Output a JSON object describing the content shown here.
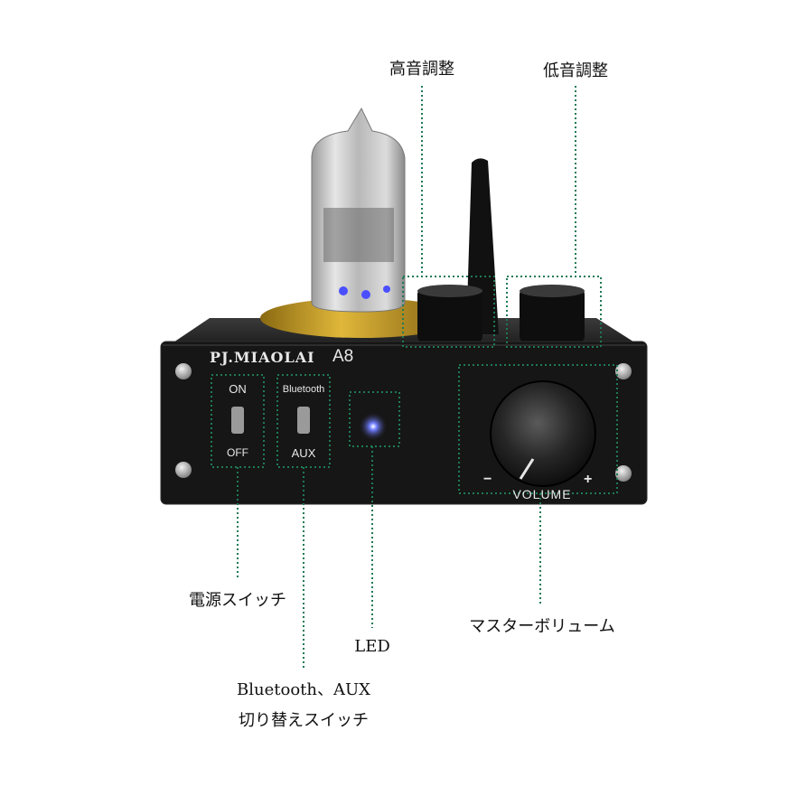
{
  "product": {
    "brand": "PJ.MIAOLAI",
    "model": "A8"
  },
  "panel": {
    "power_on": "ON",
    "power_off": "OFF",
    "input_bt": "Bluetooth",
    "input_aux": "AUX",
    "volume_label": "VOLUME",
    "volume_minus": "−",
    "volume_plus": "+"
  },
  "callouts": {
    "treble": "高音調整",
    "bass": "低音調整",
    "power_switch": "電源スイッチ",
    "led": "LED",
    "master_volume": "マスターボリューム",
    "input_switch_line1": "Bluetooth、AUX",
    "input_switch_line2": "切り替えスイッチ"
  },
  "colors": {
    "callout_line": "#1f7a55",
    "chassis": "#141414",
    "led": "#3a4cff",
    "tube_base": "#c9a227"
  }
}
